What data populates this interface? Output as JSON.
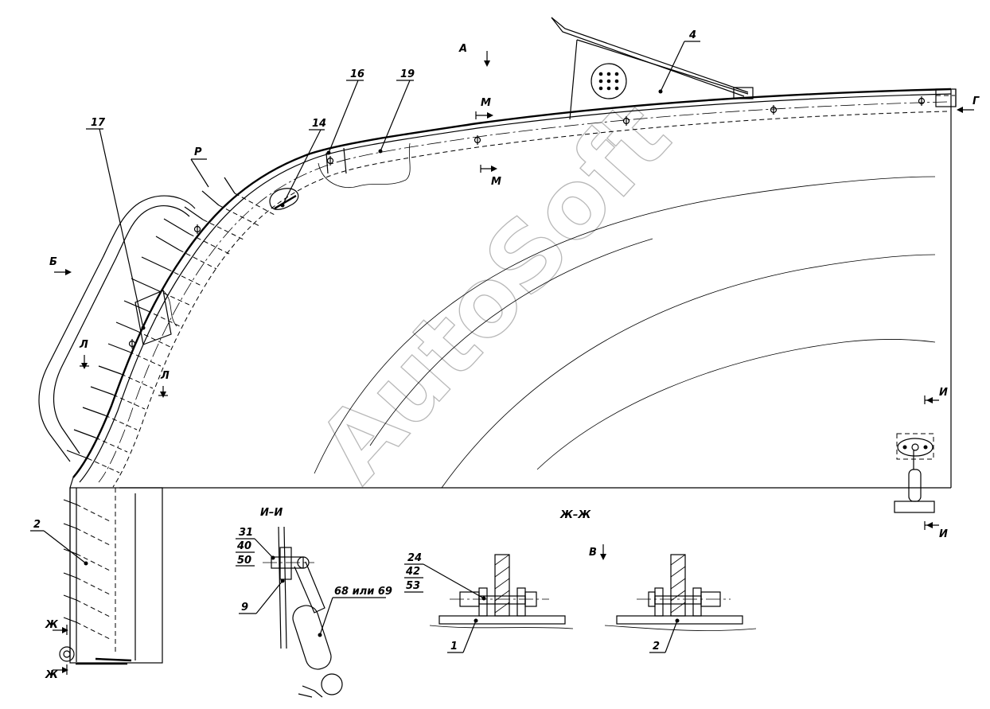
{
  "watermark": "AutoSoft",
  "views": {
    "ii": "И–И",
    "zhzh": "Ж–Ж"
  },
  "view_markers": {
    "A": "А",
    "B": "Б",
    "V": "В",
    "G": "Г",
    "M1": "М",
    "M2": "М",
    "L1": "Л",
    "L2": "Л",
    "I1": "И",
    "I2": "И",
    "ZH1": "Ж",
    "ZH2": "Ж",
    "R": "Р"
  },
  "callouts": {
    "c4": "4",
    "c16": "16",
    "c19": "19",
    "c14": "14",
    "c17": "17",
    "c2_main": "2",
    "c31": "31",
    "c40": "40",
    "c50": "50",
    "c9": "9",
    "c68": "68 или 69",
    "c24": "24",
    "c42": "42",
    "c53": "53",
    "c1": "1",
    "c2_section": "2"
  }
}
